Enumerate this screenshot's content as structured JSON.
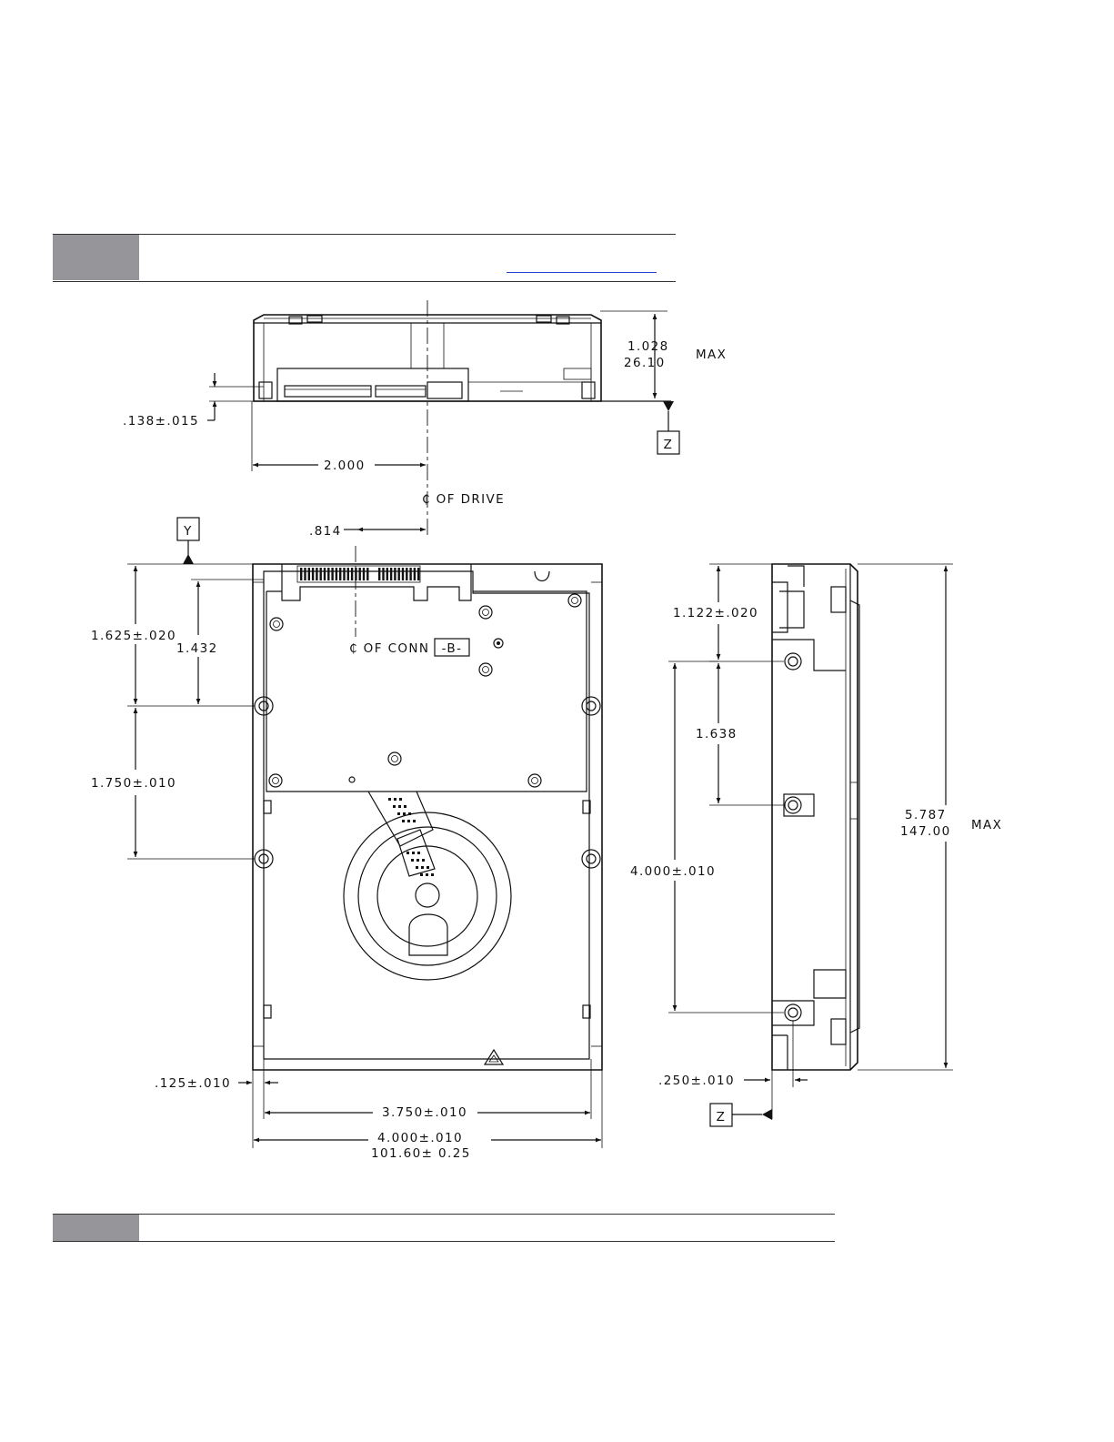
{
  "colors": {
    "header_tab": "#96969a",
    "link_underline": "#2a3fd0",
    "ink": "#111111"
  },
  "header": {
    "title": "",
    "link_text": ""
  },
  "footer": {
    "title": ""
  },
  "datums": {
    "y": "Y",
    "z": "Z",
    "z_side": "Z",
    "b": "-B-"
  },
  "centerlines": {
    "drive": "₵ OF DRIVE",
    "conn": "₵ OF CONN"
  },
  "dimensions": {
    "height_in": "1.028",
    "height_mm": "26.10",
    "height_note": "MAX",
    "bottom_offset": ".138±.015",
    "connector_to_center": "2.000",
    "conn_offset": ".814",
    "front_hole": "1.625±.020",
    "conn_depth": "1.432",
    "hole_spacing_bottom": "1.750±.010",
    "edge_offset": ".125±.010",
    "hole_width": "3.750±.010",
    "width_in": "4.000±.010",
    "width_mm": "101.60± 0.25",
    "side_front_hole": "1.122±.020",
    "side_hole_spacing": "1.638",
    "side_hole_span": "4.000±.010",
    "length_in": "5.787",
    "length_mm": "147.00",
    "length_note": "MAX",
    "side_hole_height": ".250±.010"
  }
}
